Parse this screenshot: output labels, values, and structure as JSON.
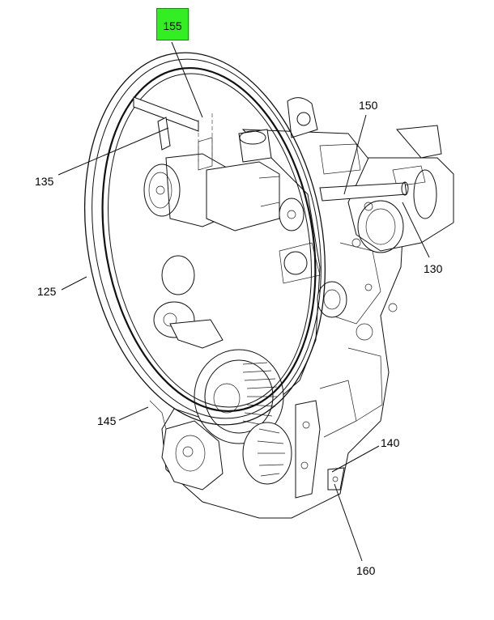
{
  "diagram": {
    "callouts": {
      "c155": "155",
      "c150": "150",
      "c135": "135",
      "c130": "130",
      "c125": "125",
      "c145": "145",
      "c140": "140",
      "c160": "160"
    },
    "highlight_color": "#33ee22"
  }
}
